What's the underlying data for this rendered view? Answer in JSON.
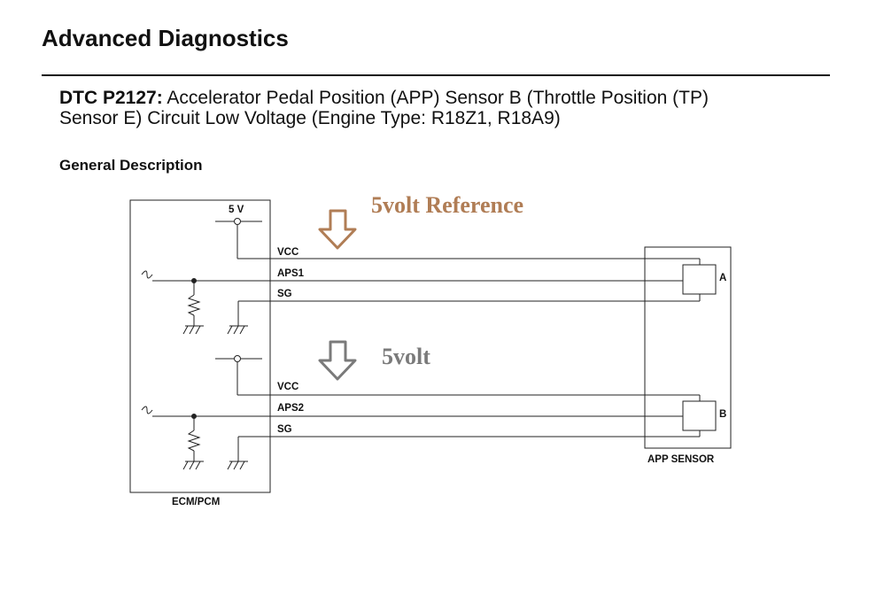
{
  "page": {
    "title": "Advanced Diagnostics",
    "dtc_code": "DTC P2127:",
    "dtc_desc_line1": " Accelerator Pedal Position (APP) Sensor B (Throttle Position (TP)",
    "dtc_desc_line2": "Sensor E) Circuit Low Voltage (Engine Type: R18Z1, R18A9)",
    "section_heading": "General Description"
  },
  "diagram": {
    "ecm_label": "ECM/PCM",
    "sensor_label": "APP SENSOR",
    "supply_label": "5 V",
    "circuit_a": {
      "vcc": "VCC",
      "signal": "APS1",
      "ground": "SG",
      "sensor_element": "A"
    },
    "circuit_b": {
      "vcc": "VCC",
      "signal": "APS2",
      "ground": "SG",
      "sensor_element": "B"
    },
    "annotation_top": "5volt Reference",
    "annotation_bottom": "5volt",
    "colors": {
      "annotation_top": "#b07d55",
      "annotation_bottom": "#7a7a7a"
    }
  }
}
